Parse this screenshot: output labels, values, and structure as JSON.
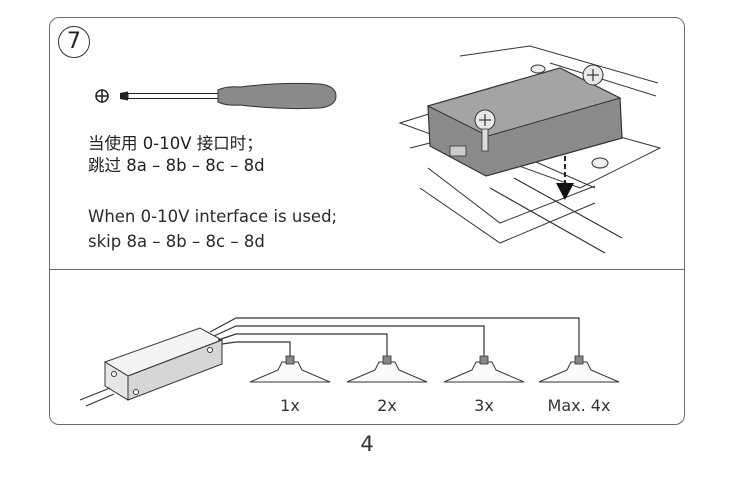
{
  "step": {
    "number": "7"
  },
  "instructions": {
    "chinese_line1": "当使用 0-10V 接口时；",
    "chinese_line2": "跳过 8a – 8b – 8c – 8d",
    "english_line1": "When 0-10V interface is used;",
    "english_line2": "skip 8a – 8b – 8c – 8d"
  },
  "fixtures": [
    {
      "label": "1x"
    },
    {
      "label": "2x"
    },
    {
      "label": "3x"
    },
    {
      "label": "Max. 4x"
    }
  ],
  "icons": {
    "tool": "phillips-screwdriver-icon",
    "tool_symbol": "⊕"
  },
  "page": {
    "number": "4"
  }
}
